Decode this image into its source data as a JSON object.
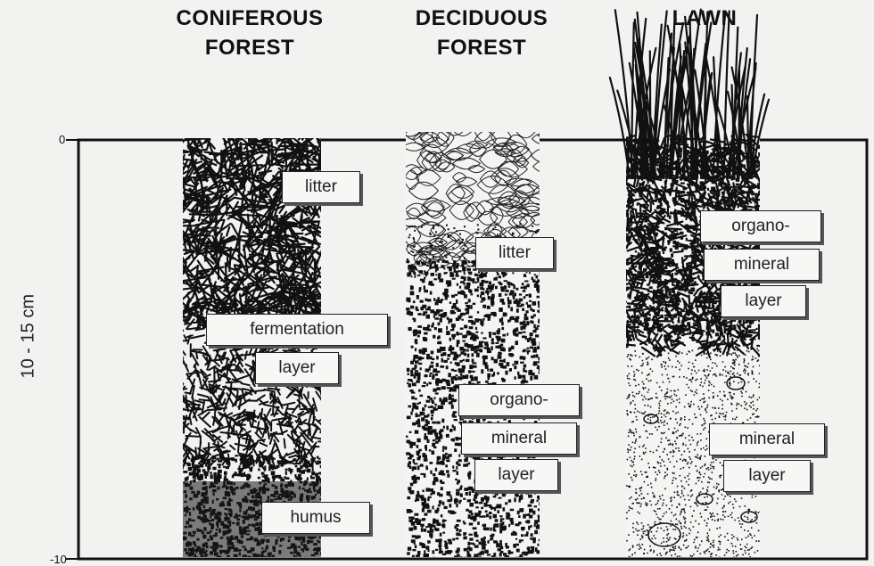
{
  "columns": [
    {
      "id": "coniferous",
      "heading_line1": "CONIFEROUS",
      "heading_line2": "FOREST"
    },
    {
      "id": "deciduous",
      "heading_line1": "DECIDUOUS",
      "heading_line2": "FOREST"
    },
    {
      "id": "lawn",
      "heading_line1": "LAWN",
      "heading_line2": ""
    }
  ],
  "layer_labels": {
    "coniferous": {
      "litter": "litter",
      "fermentation1": "fermentation",
      "fermentation2": "layer",
      "humus": "humus"
    },
    "deciduous": {
      "litter": "litter",
      "organo1": "organo-",
      "organo2": "mineral",
      "organo3": "layer"
    },
    "lawn": {
      "organo1": "organo-",
      "organo2": "mineral",
      "organo3": "layer",
      "mineral1": "mineral",
      "mineral2": "layer"
    }
  },
  "axis": {
    "top_tick": "0",
    "bottom_tick": "-10",
    "depth_label": "10 - 15 cm"
  },
  "colors": {
    "ink": "#111111",
    "paper": "#f2f2f0",
    "label_bg": "#f7f7f5"
  }
}
